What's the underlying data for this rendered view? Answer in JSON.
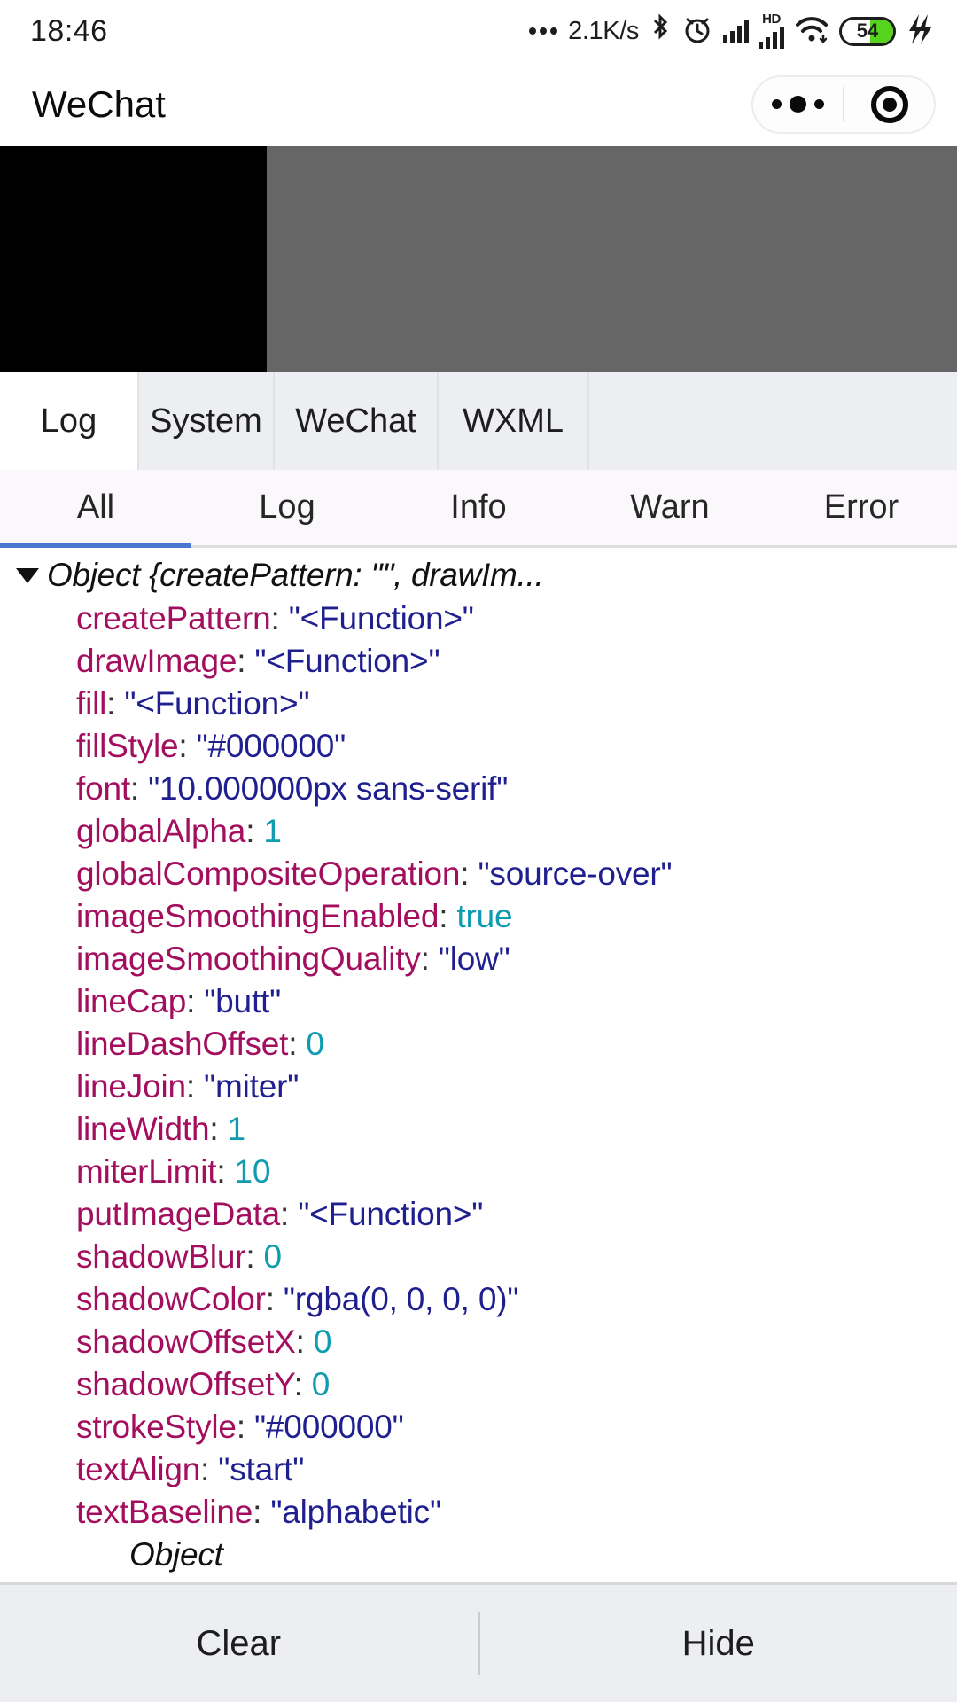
{
  "statusbar": {
    "time": "18:46",
    "network_speed": "2.1K/s",
    "battery_level": "54",
    "battery_color": "#56d41d",
    "icons": [
      "dots-icon",
      "bluetooth-icon",
      "alarm-icon",
      "signal-icon",
      "hd-signal-icon",
      "wifi-icon",
      "battery-icon",
      "charging-bolt-icon"
    ]
  },
  "header": {
    "title": "WeChat",
    "capsule": {
      "menu_icon": "more-dots-icon",
      "target_icon": "target-circle-icon"
    }
  },
  "canvas": {
    "black_color": "#000000",
    "gray_color": "#666666"
  },
  "panel_tabs": {
    "active": "Log",
    "items": [
      {
        "label": "Log"
      },
      {
        "label": "System"
      },
      {
        "label": "WeChat"
      },
      {
        "label": "WXML"
      }
    ]
  },
  "filter_tabs": {
    "active": "All",
    "accent": "#4a76cf",
    "items": [
      {
        "label": "All"
      },
      {
        "label": "Log"
      },
      {
        "label": "Info"
      },
      {
        "label": "Warn"
      },
      {
        "label": "Error"
      }
    ]
  },
  "console": {
    "summary": "Object {createPattern: \"\", drawIm...",
    "expanded": true,
    "clipped_last_line": "Object",
    "properties": [
      {
        "key": "createPattern",
        "value": "\"<Function>\"",
        "type": "string"
      },
      {
        "key": "drawImage",
        "value": "\"<Function>\"",
        "type": "string"
      },
      {
        "key": "fill",
        "value": "\"<Function>\"",
        "type": "string"
      },
      {
        "key": "fillStyle",
        "value": "\"#000000\"",
        "type": "string"
      },
      {
        "key": "font",
        "value": "\"10.000000px sans-serif\"",
        "type": "string"
      },
      {
        "key": "globalAlpha",
        "value": "1",
        "type": "number"
      },
      {
        "key": "globalCompositeOperation",
        "value": "\"source-over\"",
        "type": "string"
      },
      {
        "key": "imageSmoothingEnabled",
        "value": "true",
        "type": "number"
      },
      {
        "key": "imageSmoothingQuality",
        "value": "\"low\"",
        "type": "string"
      },
      {
        "key": "lineCap",
        "value": "\"butt\"",
        "type": "string"
      },
      {
        "key": "lineDashOffset",
        "value": "0",
        "type": "number"
      },
      {
        "key": "lineJoin",
        "value": "\"miter\"",
        "type": "string"
      },
      {
        "key": "lineWidth",
        "value": "1",
        "type": "number"
      },
      {
        "key": "miterLimit",
        "value": "10",
        "type": "number"
      },
      {
        "key": "putImageData",
        "value": "\"<Function>\"",
        "type": "string"
      },
      {
        "key": "shadowBlur",
        "value": "0",
        "type": "number"
      },
      {
        "key": "shadowColor",
        "value": "\"rgba(0, 0, 0, 0)\"",
        "type": "string"
      },
      {
        "key": "shadowOffsetX",
        "value": "0",
        "type": "number"
      },
      {
        "key": "shadowOffsetY",
        "value": "0",
        "type": "number"
      },
      {
        "key": "strokeStyle",
        "value": "\"#000000\"",
        "type": "string"
      },
      {
        "key": "textAlign",
        "value": "\"start\"",
        "type": "string"
      },
      {
        "key": "textBaseline",
        "value": "\"alphabetic\"",
        "type": "string"
      }
    ],
    "colors": {
      "key": "#a30f5e",
      "string": "#1f1f8f",
      "number": "#0f9bb0"
    }
  },
  "bottombar": {
    "clear_label": "Clear",
    "hide_label": "Hide"
  }
}
